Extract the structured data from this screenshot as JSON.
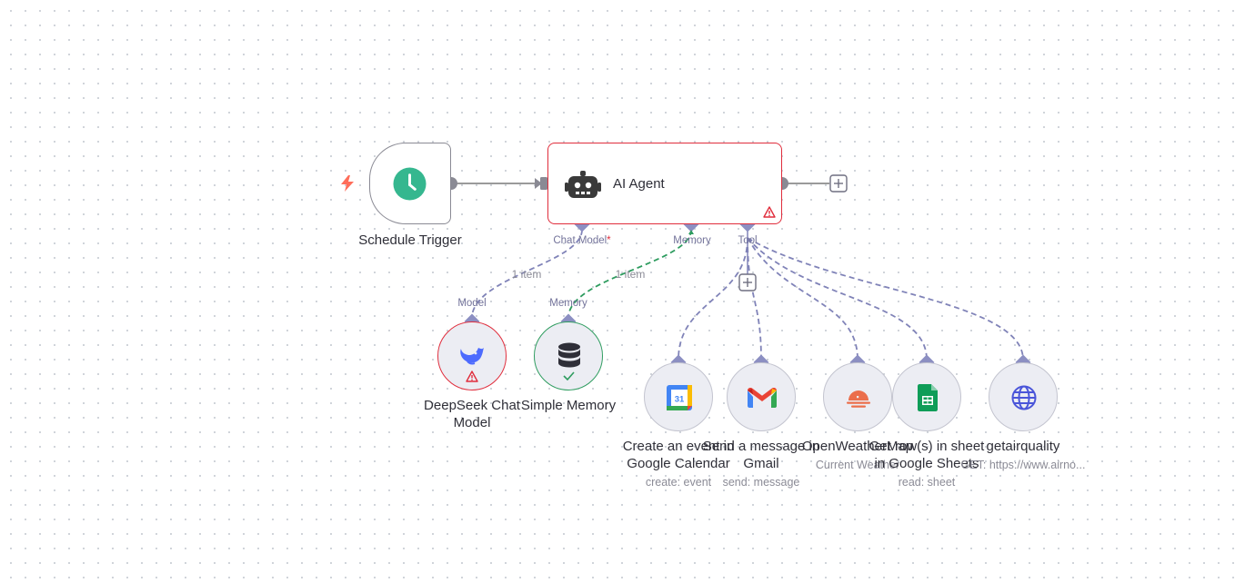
{
  "nodes": {
    "schedule_trigger": {
      "label": "Schedule Trigger"
    },
    "ai_agent": {
      "label": "AI Agent"
    },
    "deepseek": {
      "label_line1": "DeepSeek Chat",
      "label_line2": "Model"
    },
    "simple_memory": {
      "label": "Simple Memory"
    },
    "google_calendar": {
      "label_line1": "Create an event in",
      "label_line2": "Google Calendar",
      "subtitle": "create: event"
    },
    "gmail": {
      "label_line1": "Send a message in",
      "label_line2": "Gmail",
      "subtitle": "send: message"
    },
    "openweathermap": {
      "label_line1": "OpenWeatherMap",
      "subtitle": "Current Weather"
    },
    "google_sheets": {
      "label_line1": "Get row(s) in sheet",
      "label_line2": "in Google Sheets",
      "subtitle": "read: sheet"
    },
    "getairquality": {
      "label_line1": "getairquality",
      "subtitle": "GET: https://www.airno..."
    }
  },
  "ports": {
    "chat_model": "Chat Model",
    "chat_model_required_mark": "*",
    "memory": "Memory",
    "tool": "Tool",
    "model_input": "Model",
    "memory_input": "Memory"
  },
  "edges": {
    "model_items": "1 item",
    "memory_items": "1 item"
  },
  "colors": {
    "trigger_icon": "#35b78f",
    "error": "#e02d3c",
    "success": "#2e9c5f",
    "port": "#8c8fc2",
    "wire": "#9a9a9a",
    "tool_wire": "#8083b8",
    "memory_wire": "#2e9c5f"
  },
  "icons": {
    "trigger_bolt": "lightning-icon",
    "schedule": "clock-icon",
    "agent": "robot-icon",
    "agent_status": "warning-icon",
    "deepseek": "deepseek-whale-icon",
    "deepseek_status": "warning-icon",
    "memory": "database-icon",
    "memory_status": "check-icon",
    "calendar": "google-calendar-icon",
    "gmail": "gmail-icon",
    "weather": "sun-horizon-icon",
    "sheets": "google-sheets-icon",
    "http": "globe-icon",
    "add": "plus-icon"
  },
  "calendar_day": "31"
}
